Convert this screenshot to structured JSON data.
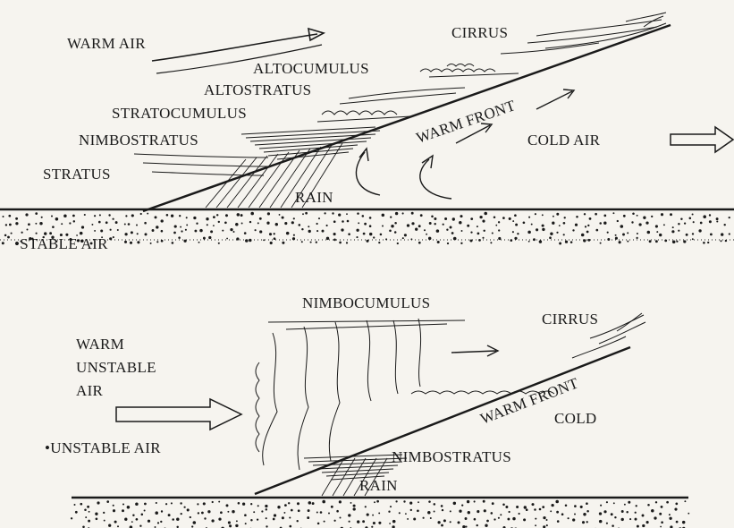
{
  "upper_panel": {
    "labels": {
      "warm_air": "WARM AIR",
      "cirrus": "CIRRUS",
      "altocumulus": "ALTOCUMULUS",
      "altostratus": "ALTOSTRATUS",
      "stratocumulus": "STRATOCUMULUS",
      "nimbostratus": "NIMBOSTRATUS",
      "stratus": "STRATUS",
      "warm_front": "WARM FRONT",
      "cold_air": "COLD AIR",
      "rain": "RAIN",
      "stable_air": "•STABLE AIR"
    }
  },
  "lower_panel": {
    "labels": {
      "nimbocumulus": "NIMBOCUMULUS",
      "cirrus": "CIRRUS",
      "warm": "WARM",
      "unstable": "UNSTABLE",
      "air": "AIR",
      "warm_front": "WARM FRONT",
      "cold": "COLD",
      "unstable_air": "•UNSTABLE AIR",
      "nimbostratus": "NIMBOSTRATUS",
      "rain": "RAIN"
    }
  },
  "colors": {
    "ink": "#1a1a1a",
    "paper": "#f6f4ef"
  }
}
